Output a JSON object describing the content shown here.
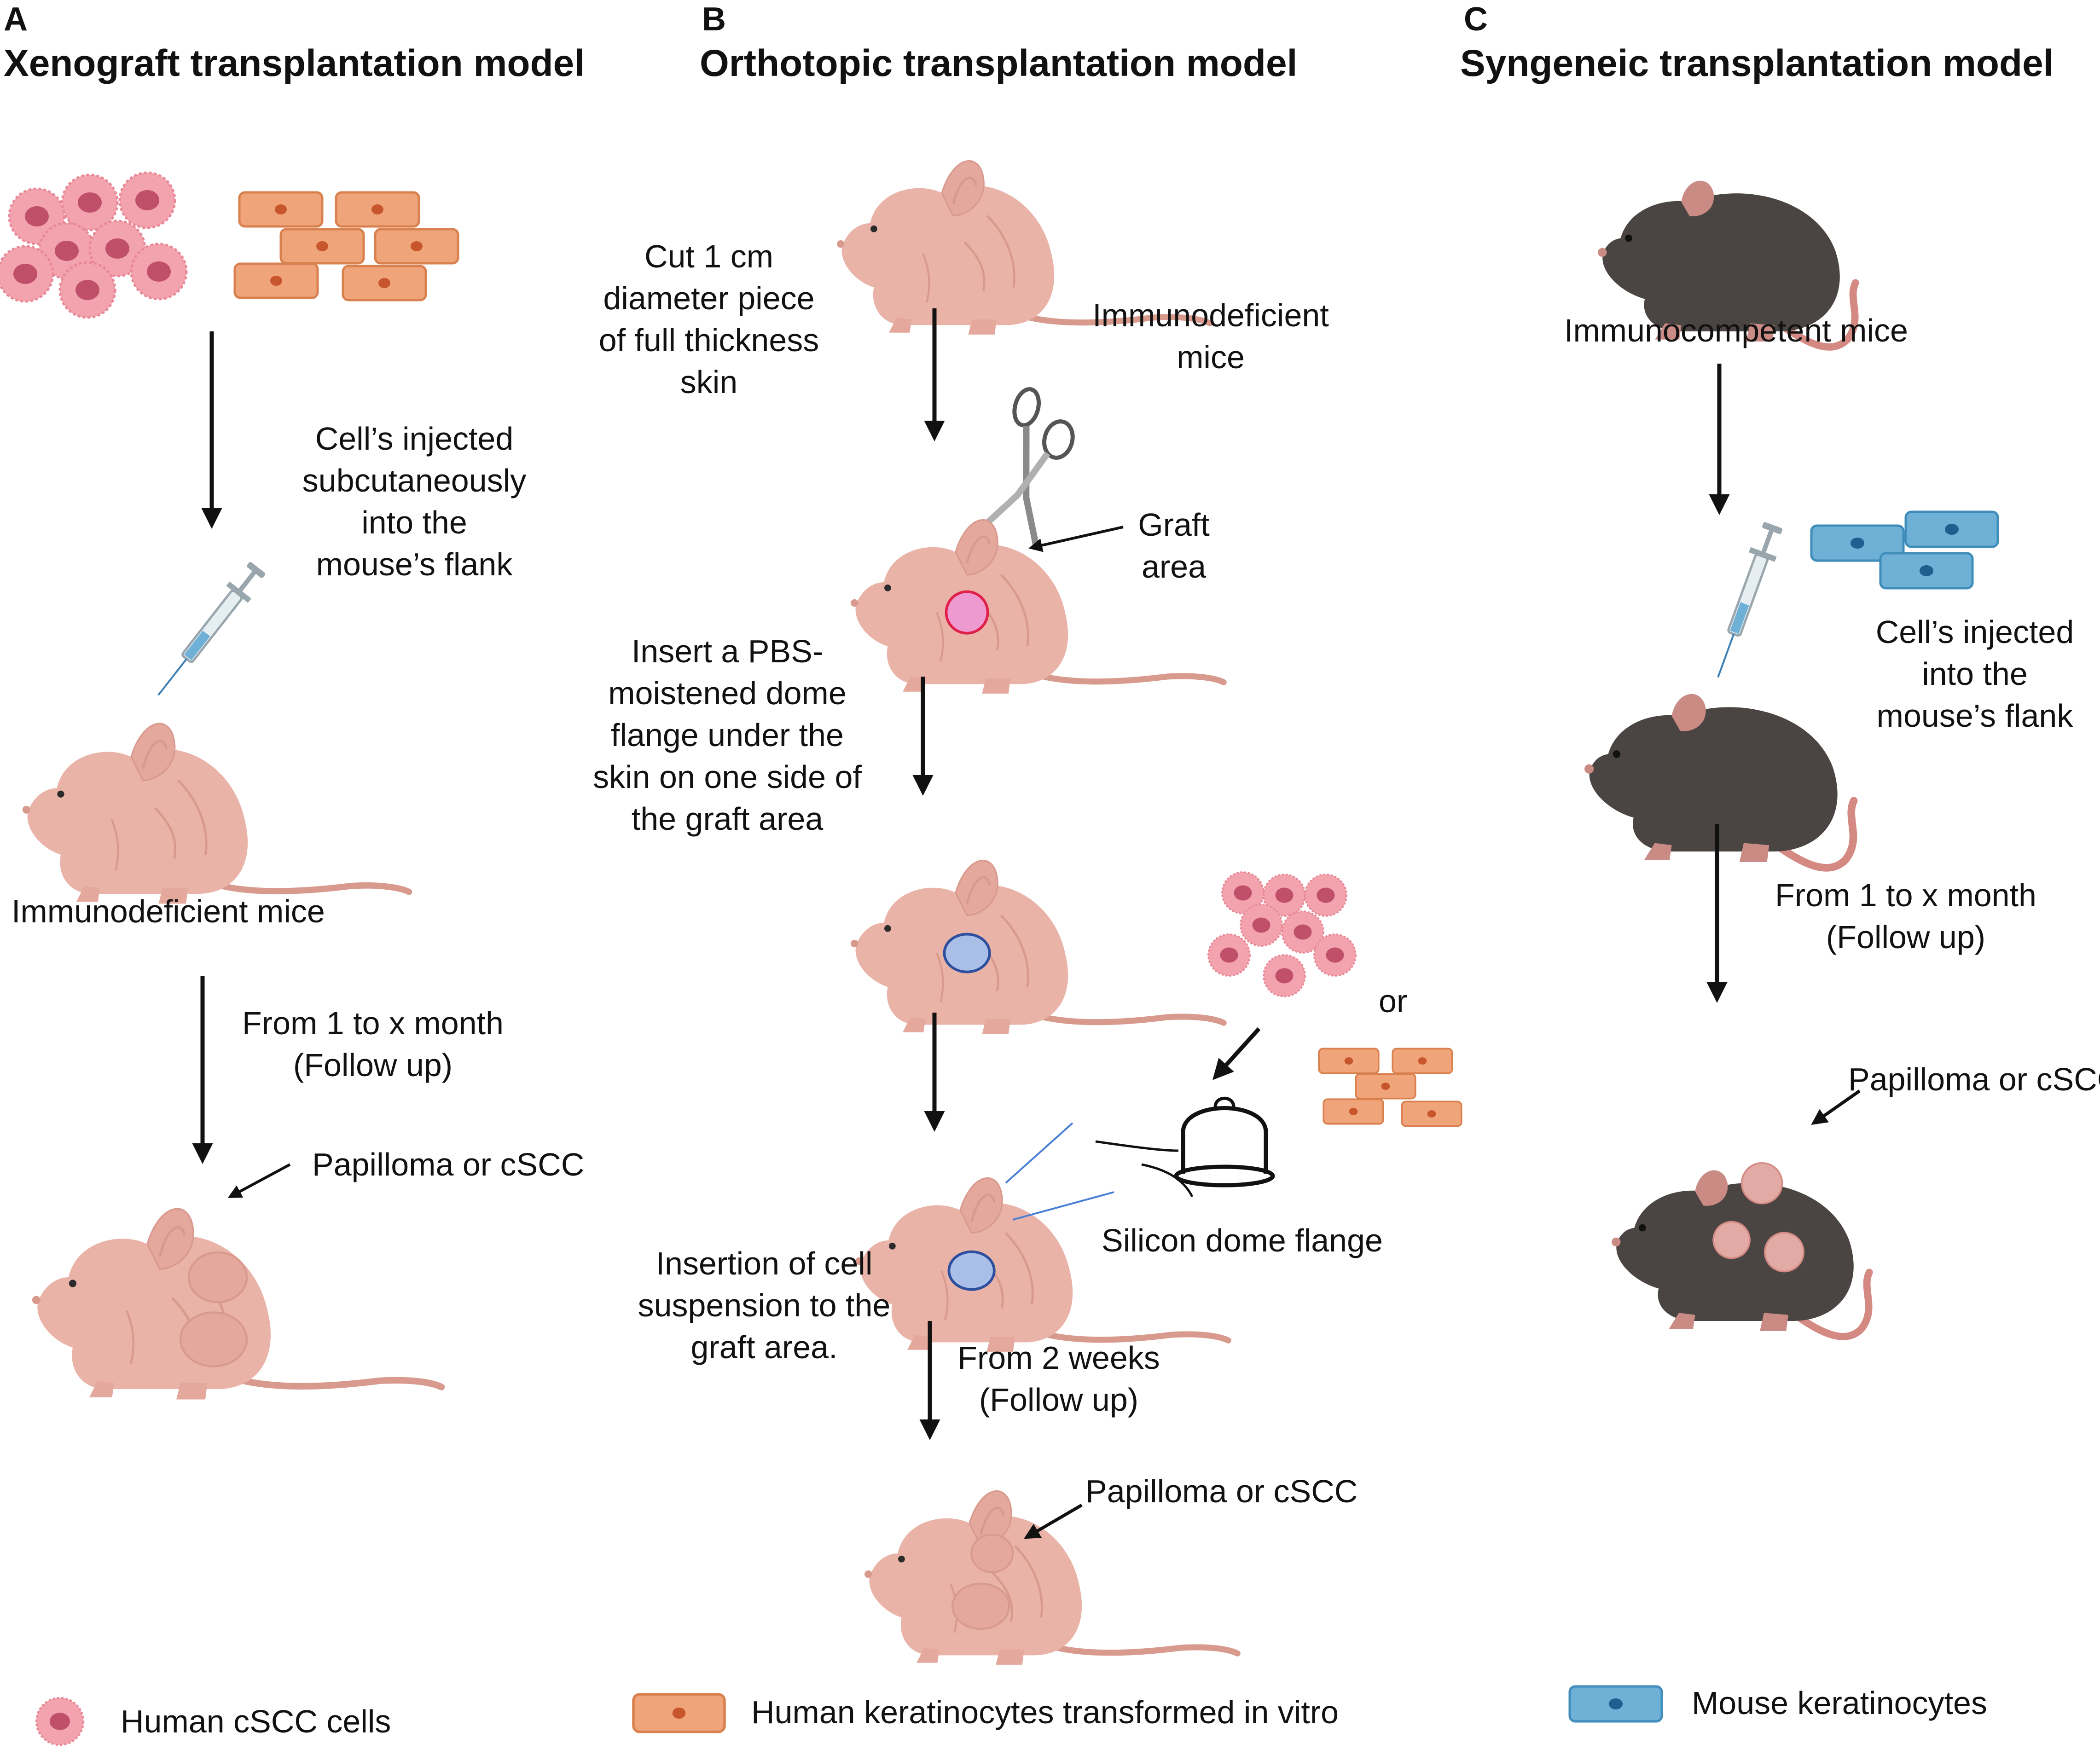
{
  "panels": {
    "a": {
      "letter": "A",
      "title": "Xenograft transplantation model",
      "step_injection": [
        "Cell’s injected",
        "subcutaneously",
        "into the",
        "mouse’s flank"
      ],
      "mice_label": "Immunodeficient mice",
      "followup": [
        "From 1 to x month",
        "(Follow up)"
      ],
      "result": "Papilloma or cSCC"
    },
    "b": {
      "letter": "B",
      "title": "Orthotopic transplantation model",
      "step_cut": [
        "Cut 1 cm",
        "diameter piece",
        "of full thickness",
        "skin"
      ],
      "mice_label": [
        "Immunodeficient",
        "mice"
      ],
      "graft_label": [
        "Graft",
        "area"
      ],
      "step_insert": [
        "Insert a PBS-",
        "moistened dome",
        "flange under the",
        "skin on one side of",
        "the graft area"
      ],
      "or_label": "or",
      "dome_label": "Silicon dome flange",
      "step_suspension": [
        "Insertion of cell",
        "suspension to the",
        "graft area."
      ],
      "followup": [
        "From 2 weeks",
        "(Follow up)"
      ],
      "result": "Papilloma or cSCC"
    },
    "c": {
      "letter": "C",
      "title": "Syngeneic transplantation model",
      "mice_label": "Immunocompetent  mice",
      "step_injection": [
        "Cell’s injected",
        "into the",
        "mouse’s flank"
      ],
      "followup": [
        "From 1 to x month",
        "(Follow up)"
      ],
      "result": "Papilloma or cSCC"
    }
  },
  "legend": {
    "cscc_cells": "Human cSCC cells",
    "transformed_keratinocytes": "Human keratinocytes transformed in vitro",
    "mouse_keratinocytes": "Mouse keratinocytes"
  },
  "colors": {
    "nude_mouse": "#e9b3a8",
    "nude_mouse_shade": "#d99a8e",
    "black_mouse": "#4a4543",
    "cscc_cell": "#f2a3ad",
    "cscc_nucleus": "#c0506a",
    "human_keratinocyte": "#f0a47a",
    "mouse_keratinocyte": "#6fb1d6",
    "graft_pink": "#ee9ad0",
    "graft_blue": "#aabfe8",
    "arrow": "#111111"
  }
}
